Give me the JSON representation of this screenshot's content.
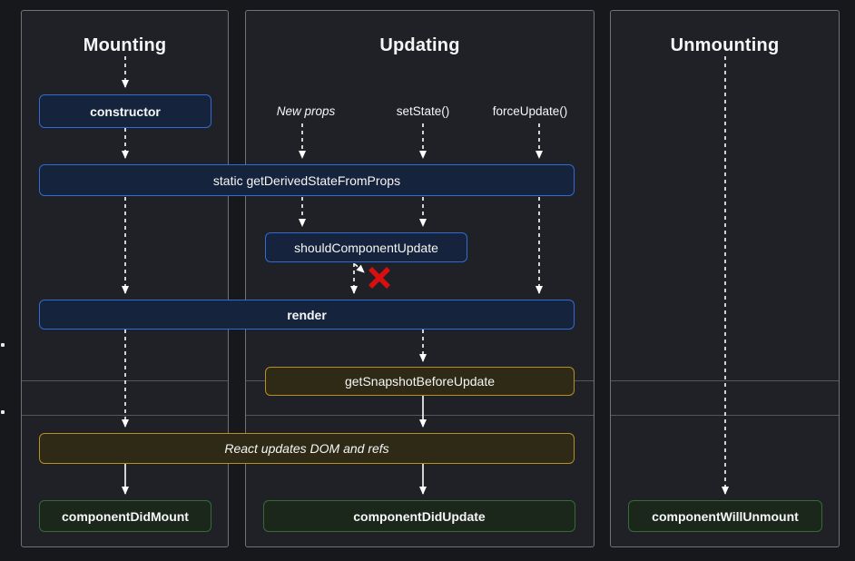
{
  "panels": {
    "mounting": {
      "title": "Mounting"
    },
    "updating": {
      "title": "Updating"
    },
    "unmounting": {
      "title": "Unmounting"
    }
  },
  "triggers": {
    "new_props": "New props",
    "set_state": "setState()",
    "force_update": "forceUpdate()"
  },
  "nodes": {
    "constructor": "constructor",
    "get_derived_state_from_props": "static getDerivedStateFromProps",
    "should_component_update": "shouldComponentUpdate",
    "render": "render",
    "get_snapshot_before_update": "getSnapshotBeforeUpdate",
    "react_updates_dom": "React updates DOM and refs",
    "component_did_mount": "componentDidMount",
    "component_did_update": "componentDidUpdate",
    "component_will_unmount": "componentWillUnmount"
  },
  "icons": {
    "cancel_x": "red-x-cancel-icon"
  },
  "colors": {
    "page_bg": "#17181b",
    "panel_bg": "#1f2126",
    "panel_border": "#707276",
    "divider": "#54565a",
    "method_blue_border": "#2e6bd4",
    "method_blue_bg": "#16233c",
    "side_effect_gold_border": "#b78f1e",
    "side_effect_gold_bg": "#2e2a16",
    "commit_green_border": "#356b35",
    "commit_green_bg": "#1c271c",
    "arrow": "#ffffff",
    "cancel_red": "#d90f0f",
    "text": "#f5f6f7"
  }
}
